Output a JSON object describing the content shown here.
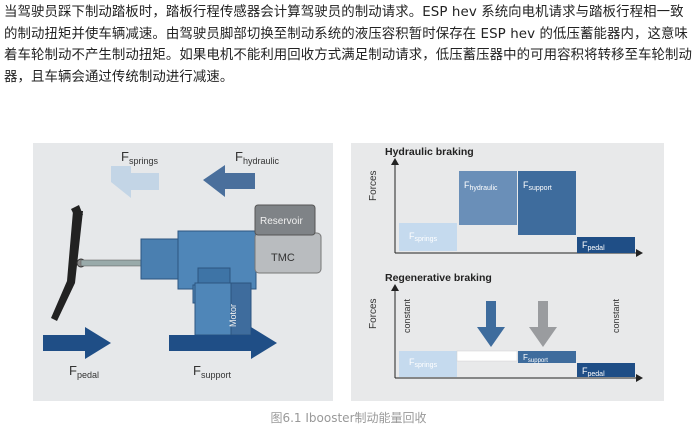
{
  "paragraph": "当驾驶员踩下制动踏板时，踏板行程传感器会计算驾驶员的制动请求。ESP hev 系统向电机请求与踏板行程相一致的制动扭矩并使车辆减速。由驾驶员脚部切换至制动系统的液压容积暂时保存在 ESP hev 的低压蓄能器内，这意味着车轮制动不产生制动扭矩。如果电机不能利用回收方式满足制动请求，低压蓄压器中的可用容积将转移至车轮制动器，且车辆会通过传统制动进行减速。",
  "figure": {
    "left": {
      "f_springs": {
        "main": "F",
        "sub": "springs"
      },
      "f_hydraulic": {
        "main": "F",
        "sub": "hydraulic"
      },
      "reservoir": "Reservoir",
      "tmc": "TMC",
      "motor": "Motor",
      "f_pedal": {
        "main": "F",
        "sub": "pedal"
      },
      "f_support": {
        "main": "F",
        "sub": "support"
      }
    },
    "hydraulic_chart": {
      "title": "Hydraulic braking",
      "ylabel": "Forces",
      "blocks": {
        "springs": {
          "main": "F",
          "sub": "springs"
        },
        "hydraulic": {
          "main": "F",
          "sub": "hydraulic"
        },
        "support": {
          "main": "F",
          "sub": "support"
        },
        "pedal": {
          "main": "F",
          "sub": "pedal"
        }
      }
    },
    "regenerative_chart": {
      "title": "Regenerative braking",
      "ylabel": "Forces",
      "constant_left": "constant",
      "constant_right": "constant",
      "blocks": {
        "springs": {
          "main": "F",
          "sub": "springs"
        },
        "support": {
          "main": "F",
          "sub": "support"
        },
        "pedal": {
          "main": "F",
          "sub": "pedal"
        }
      }
    }
  },
  "caption": "图6.1 Ibooster制动能量回收",
  "colors": {
    "dark_blue": "#1f4e86",
    "mid_blue": "#3e6c9d",
    "light_blue": "#a9c6e6",
    "pale_blue": "#c5daee",
    "gray_bg": "#e6e8ea",
    "arrow_gray": "#9a9c9f"
  }
}
